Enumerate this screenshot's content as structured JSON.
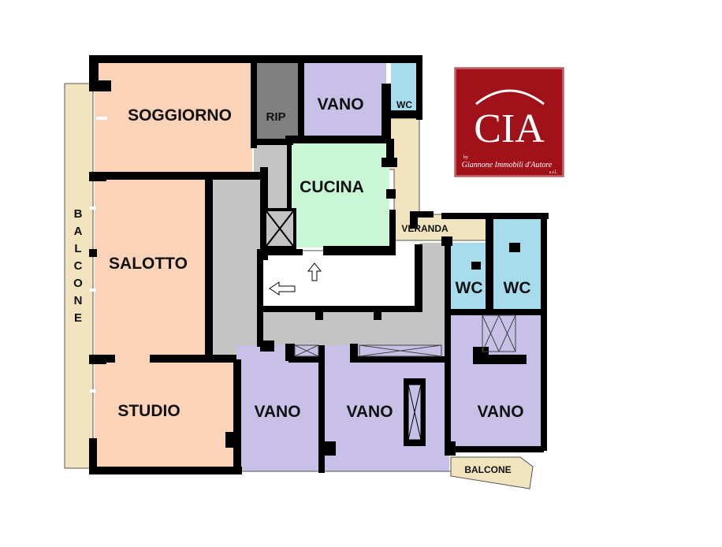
{
  "colors": {
    "living": "#fad3b9",
    "bedroom": "#c9c0e8",
    "kitchen": "#c9f7d6",
    "bath": "#a6dcec",
    "storage": "#808080",
    "corridor": "#c4c4c4",
    "outdoor": "#f1e3bd",
    "wall": "#000000",
    "logo_bg": "#a1111a"
  },
  "rooms": {
    "soggiorno": "SOGGIORNO",
    "salotto": "SALOTTO",
    "studio": "STUDIO",
    "cucina": "CUCINA",
    "rip": "RIP",
    "vano_top": "VANO",
    "vano_1": "VANO",
    "vano_2": "VANO",
    "vano_3": "VANO",
    "wc_top": "WC",
    "wc_1": "WC",
    "wc_2": "WC"
  },
  "outdoor": {
    "balcone_west": [
      "B",
      "A",
      "L",
      "C",
      "O",
      "N",
      "E"
    ],
    "veranda": "VERANDA",
    "balcone_south": "BALCONE"
  },
  "logo": {
    "brand": "CIA",
    "prefix": "by",
    "tagline": "Giannone Immobili d'Autore",
    "suffix": "s.r.l."
  },
  "icons": [
    "arrow-up-icon",
    "arrow-left-icon",
    "elevator-icon",
    "wardrobe-icon"
  ]
}
